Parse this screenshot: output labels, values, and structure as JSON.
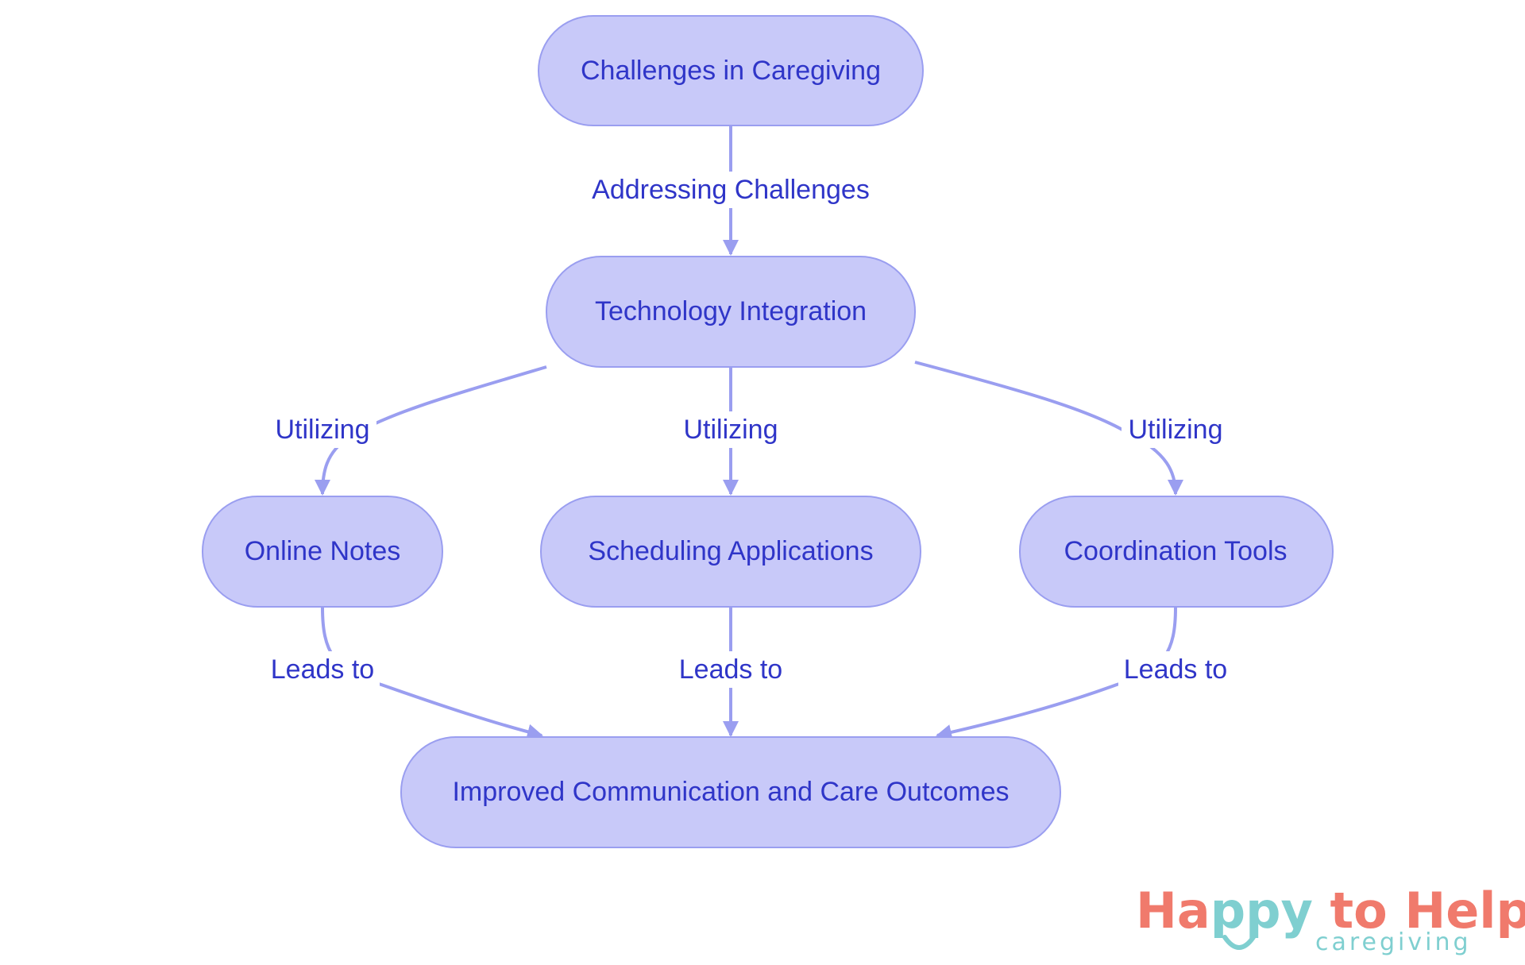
{
  "colors": {
    "node_fill": "#c8c9f9",
    "node_stroke": "#9a9ef0",
    "text": "#2f35c8",
    "edge": "#9a9ef0",
    "logo_coral": "#f07a6c",
    "logo_teal": "#7fcfd0"
  },
  "nodes": {
    "challenges": "Challenges in Caregiving",
    "technology": "Technology Integration",
    "notes": "Online Notes",
    "scheduling": "Scheduling Applications",
    "coordination": "Coordination Tools",
    "outcomes": "Improved Communication and Care Outcomes"
  },
  "edges": {
    "challenges_technology": "Addressing Challenges",
    "technology_notes": "Utilizing",
    "technology_scheduling": "Utilizing",
    "technology_coordination": "Utilizing",
    "notes_outcomes": "Leads to",
    "scheduling_outcomes": "Leads to",
    "coordination_outcomes": "Leads to"
  },
  "logo": {
    "part1": "Ha",
    "part2": "ppy",
    "part3": " to Help",
    "sub": "caregiving",
    "smile_icon": "smile-icon"
  }
}
